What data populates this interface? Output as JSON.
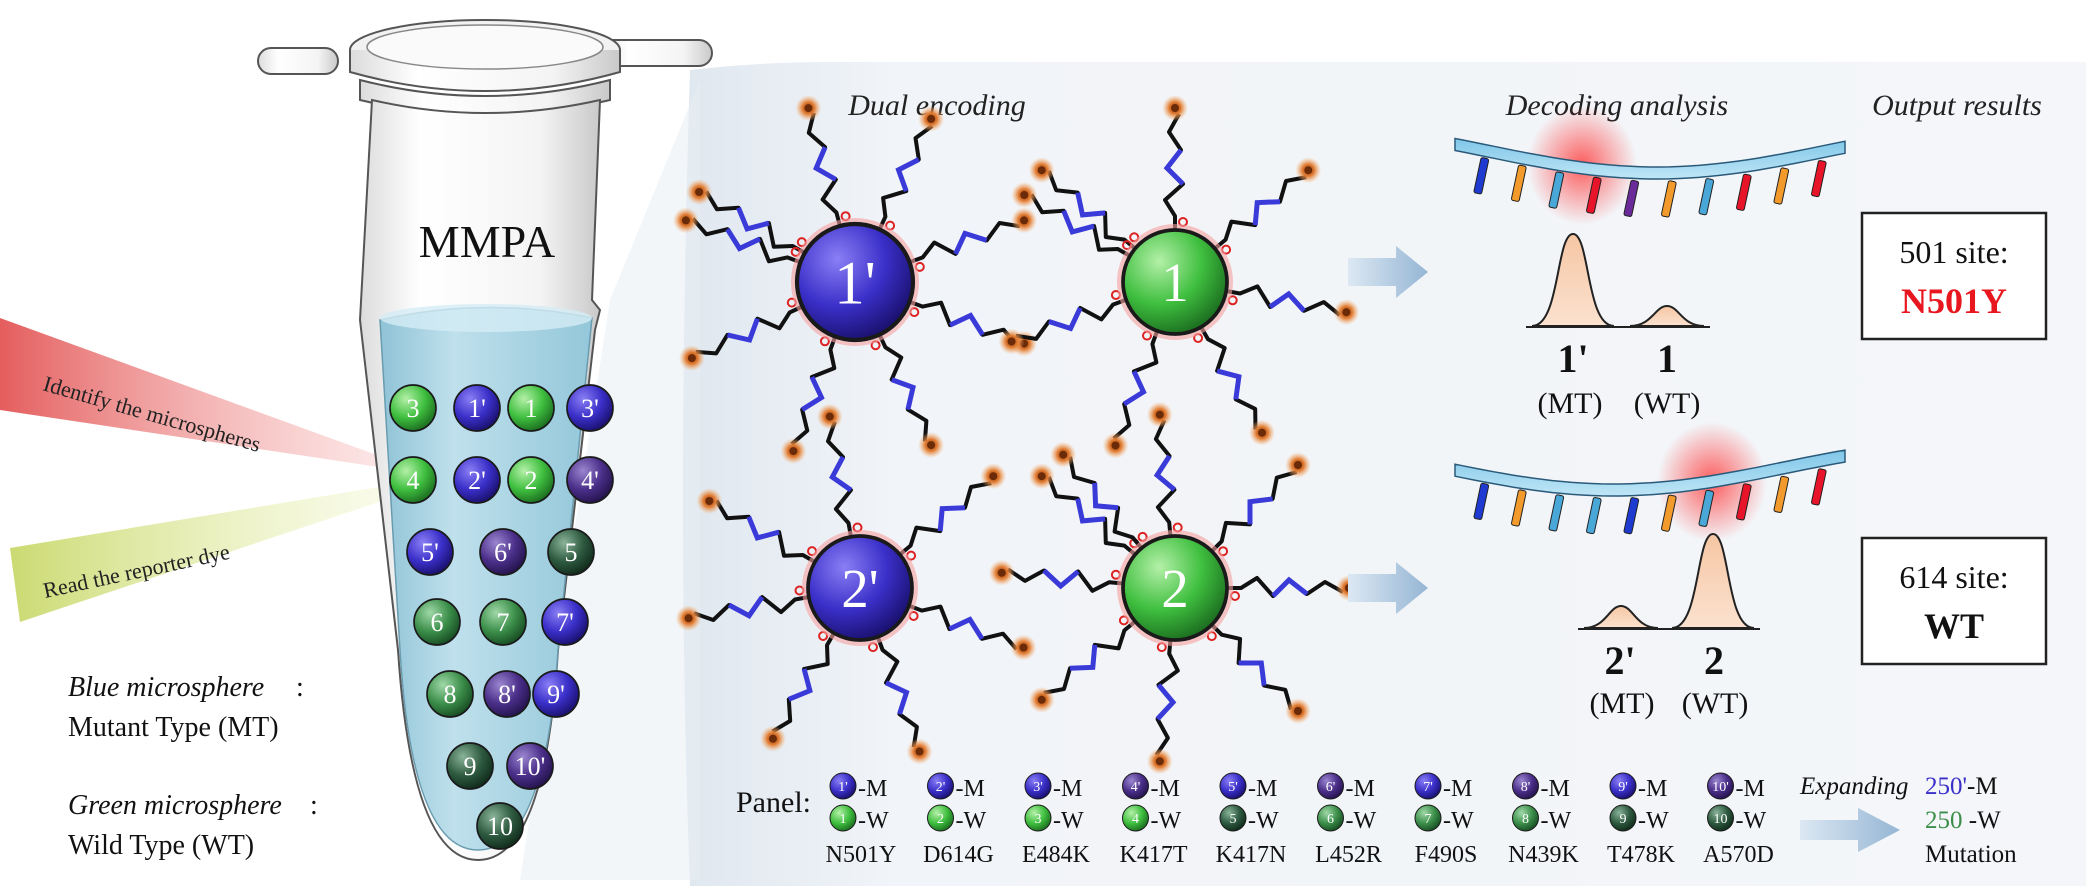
{
  "tube": {
    "label": "MMPA"
  },
  "beams": [
    {
      "text": "Identify the microspheres",
      "color": "#e85a5a"
    },
    {
      "text": "Read the reporter dye",
      "color": "#c8d86a"
    }
  ],
  "legend": {
    "blue_title": "Blue microsphere",
    "blue_colon": ":",
    "blue_desc": "Mutant Type (MT)",
    "green_title": "Green microsphere",
    "green_colon": ":",
    "green_desc": "Wild Type (WT)"
  },
  "tube_beads": [
    {
      "label": "3",
      "kind": "green"
    },
    {
      "label": "1'",
      "kind": "blue"
    },
    {
      "label": "1",
      "kind": "green"
    },
    {
      "label": "3'",
      "kind": "blue"
    },
    {
      "label": "4",
      "kind": "green"
    },
    {
      "label": "2'",
      "kind": "blue"
    },
    {
      "label": "2",
      "kind": "green"
    },
    {
      "label": "4'",
      "kind": "purple"
    },
    {
      "label": "5'",
      "kind": "blue"
    },
    {
      "label": "6'",
      "kind": "purple"
    },
    {
      "label": "5",
      "kind": "darkgreen"
    },
    {
      "label": "6",
      "kind": "green2"
    },
    {
      "label": "7",
      "kind": "green2"
    },
    {
      "label": "7'",
      "kind": "blue"
    },
    {
      "label": "8",
      "kind": "green2"
    },
    {
      "label": "8'",
      "kind": "purple"
    },
    {
      "label": "9'",
      "kind": "blue"
    },
    {
      "label": "9",
      "kind": "darkgreen"
    },
    {
      "label": "10'",
      "kind": "purple"
    },
    {
      "label": "10",
      "kind": "darkgreen"
    }
  ],
  "headers": {
    "dual": "Dual encoding",
    "decoding": "Decoding analysis",
    "output": "Output results"
  },
  "big_beads": [
    {
      "label": "1'",
      "kind": "blue"
    },
    {
      "label": "1",
      "kind": "green"
    },
    {
      "label": "2'",
      "kind": "blue"
    },
    {
      "label": "2",
      "kind": "green"
    }
  ],
  "peaks_row1": [
    {
      "num": "1'",
      "type": "(MT)"
    },
    {
      "num": "1",
      "type": "(WT)"
    }
  ],
  "peaks_row2": [
    {
      "num": "2'",
      "type": "(MT)"
    },
    {
      "num": "2",
      "type": "(WT)"
    }
  ],
  "results": [
    {
      "site": "501 site:",
      "value": "N501Y",
      "value_color": "#e8161e"
    },
    {
      "site": "614 site:",
      "value": "WT",
      "value_color": "#111111"
    }
  ],
  "panel": {
    "label": "Panel:",
    "items": [
      {
        "m": "1'",
        "w": "1",
        "mlabel": "-M",
        "wlabel": "-W",
        "mutation": "N501Y",
        "mkind": "blue",
        "wkind": "green"
      },
      {
        "m": "2'",
        "w": "2",
        "mlabel": "-M",
        "wlabel": "-W",
        "mutation": "D614G",
        "mkind": "blue",
        "wkind": "green"
      },
      {
        "m": "3'",
        "w": "3",
        "mlabel": "-M",
        "wlabel": "-W",
        "mutation": "E484K",
        "mkind": "blue",
        "wkind": "green"
      },
      {
        "m": "4'",
        "w": "4",
        "mlabel": "-M",
        "wlabel": "-W",
        "mutation": "K417T",
        "mkind": "purple",
        "wkind": "green"
      },
      {
        "m": "5'",
        "w": "5",
        "mlabel": "-M",
        "wlabel": "-W",
        "mutation": "K417N",
        "mkind": "blue",
        "wkind": "darkgreen"
      },
      {
        "m": "6'",
        "w": "6",
        "mlabel": "-M",
        "wlabel": "-W",
        "mutation": "L452R",
        "mkind": "purple",
        "wkind": "green2"
      },
      {
        "m": "7'",
        "w": "7",
        "mlabel": "-M",
        "wlabel": "-W",
        "mutation": "F490S",
        "mkind": "blue",
        "wkind": "green2"
      },
      {
        "m": "8'",
        "w": "8",
        "mlabel": "-M",
        "wlabel": "-W",
        "mutation": "N439K",
        "mkind": "purple",
        "wkind": "green2"
      },
      {
        "m": "9'",
        "w": "9",
        "mlabel": "-M",
        "wlabel": "-W",
        "mutation": "T478K",
        "mkind": "blue",
        "wkind": "darkgreen"
      },
      {
        "m": "10'",
        "w": "10",
        "mlabel": "-M",
        "wlabel": "-W",
        "mutation": "A570D",
        "mkind": "purple",
        "wkind": "darkgreen"
      }
    ],
    "expanding": "Expanding",
    "exp_m_num": "250'",
    "exp_m_suffix": "-M",
    "exp_w_num": "250",
    "exp_w_suffix": " -W",
    "exp_mutation": "Mutation"
  },
  "colors": {
    "blue": "#3a2fc8",
    "purple": "#4b2f8a",
    "green": "#3fbf3f",
    "green2": "#3c8f4a",
    "darkgreen": "#2e5a40",
    "liquid": "#a9d4e4",
    "panel_bg": "#eef2f6",
    "arrow": "#a9c4dd",
    "red_text": "#e8161e"
  }
}
